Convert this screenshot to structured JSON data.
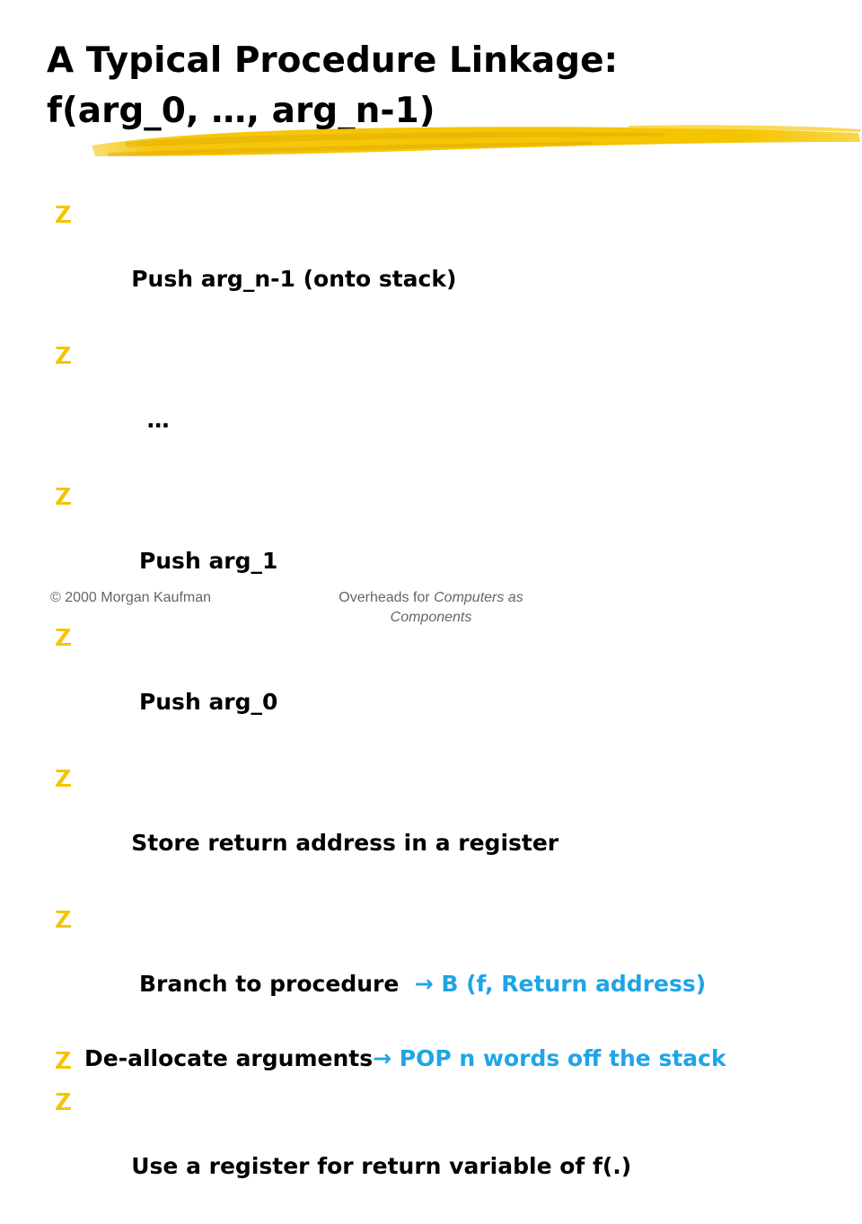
{
  "slide": {
    "title_line1": "A Typical Procedure Linkage:",
    "title_line2": "f(arg_0, …, arg_n-1)",
    "bullet_glyph_icon": "z-bullet-icon",
    "bullets": [
      {
        "text": "Push arg_n-1 (onto stack)"
      },
      {
        "text": "  …"
      },
      {
        "text": " Push arg_1"
      },
      {
        "text": " Push arg_0"
      },
      {
        "text": "Store return address in a register"
      },
      {
        "text": " Branch to procedure  ",
        "arrow": "→",
        "accent": " B (f, Return address)"
      },
      {
        "text": "De-allocate arguments",
        "arrow": "→",
        "accent": " POP n words off the stack"
      },
      {
        "text": "Use a register for return variable of f(.)"
      }
    ],
    "accent_color": "#1fa4e6",
    "highlight_color": "#f5c400"
  },
  "footer": {
    "copyright": "© 2000 Morgan Kaufman",
    "overheads_prefix": "Overheads for ",
    "overheads_title": "Computers as Components"
  }
}
